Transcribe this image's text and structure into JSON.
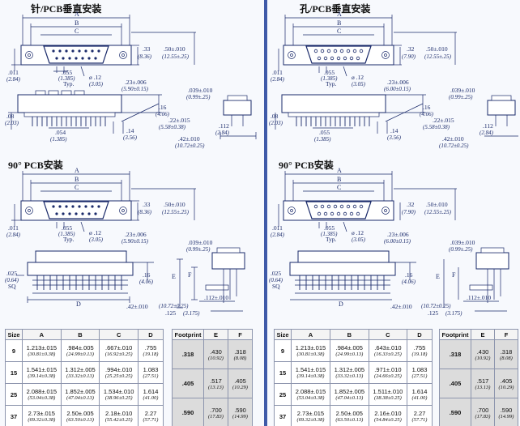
{
  "left": {
    "title_top": "针/PCB垂直安装",
    "title_bottom": "90° PCB安装",
    "top_dims": {
      "A": "A",
      "B": "B",
      "C": "C",
      "d33": ".33",
      "d33m": "(8.36)",
      "d50": ".50±.010",
      "d50m": "(12.55±.25)",
      "d011": ".011",
      "d011m": "(2.84)",
      "d055": ".055",
      "d055m": "(1.385)",
      "typ": "Typ.",
      "phi": "ø .12",
      "phim": "(3.05)"
    },
    "side_dims": {
      "d23": ".23±.006",
      "d23m": "(5.90±0.15)",
      "d039": ".039±.010",
      "d039m": "(0.99±.25)",
      "d08": ".08",
      "d08m": "(2.03)",
      "d16": ".16",
      "d16m": "(4.06)",
      "d22": ".22±.015",
      "d22m": "(5.58±0.38)",
      "d112": ".112",
      "d112m": "(2.84)",
      "d054": ".054",
      "d054m": "(1.385)",
      "d14": ".14",
      "d14m": "(3.56)",
      "d42": ".42±.010",
      "d42m": "(10.72±0.25)"
    },
    "top2_dims": {
      "A": "A",
      "B": "B",
      "C": "C",
      "d33": ".33",
      "d33m": "(8.36)",
      "d50": ".50±.010",
      "d50m": "(12.55±.25)",
      "d011": ".011",
      "d011m": "(2.84)",
      "d055": ".055",
      "d055m": "(1.385)",
      "typ": "Typ.",
      "phi": "ø .12",
      "phim": "(3.05)",
      "d23": ".23±.006",
      "d23m": "(5.90±0.15)"
    },
    "side2_dims": {
      "d039": ".039±.010",
      "d039m": "(0.99±.25)",
      "d025": ".025",
      "d025m": "(0.64)",
      "sq": "SQ",
      "d16": ".16",
      "d16m": "(4.06)",
      "E": "E",
      "F": "F",
      "D": "D",
      "d42": ".42±.010",
      "d112": ".112±.010",
      "d112m": "(10.72±0.25)",
      "d125": ".125",
      "d125m": "(3.175)"
    },
    "table": {
      "headers": [
        "Size",
        "A",
        "B",
        "C",
        "D"
      ],
      "rows": [
        {
          "size": "9",
          "a": "1.213±.015",
          "am": "(30.81±0.38)",
          "b": ".984±.005",
          "bm": "(24.99±0.13)",
          "c": ".667±.010",
          "cm": "(16.92±0.25)",
          "d": ".755",
          "dm": "(19.18)"
        },
        {
          "size": "15",
          "a": "1.541±.015",
          "am": "(39.14±0.38)",
          "b": "1.312±.005",
          "bm": "(33.32±0.13)",
          "c": ".994±.010",
          "cm": "(25.25±0.25)",
          "d": "1.083",
          "dm": "(27.51)"
        },
        {
          "size": "25",
          "a": "2.088±.015",
          "am": "(53.04±0.38)",
          "b": "1.852±.005",
          "bm": "(47.04±0.13)",
          "c": "1.534±.010",
          "cm": "(38.96±0.25)",
          "d": "1.614",
          "dm": "(41.00)"
        },
        {
          "size": "37",
          "a": "2.73±.015",
          "am": "(69.32±0.38)",
          "b": "2.50±.005",
          "bm": "(63.50±0.13)",
          "c": "2.18±.010",
          "cm": "(55.42±0.25)",
          "d": "2.27",
          "dm": "(57.71)"
        }
      ]
    },
    "fp_table": {
      "headers": [
        "Footprint",
        "E",
        "F"
      ],
      "rows": [
        {
          "fp": ".318",
          "e": ".430",
          "em": "(10.92)",
          "f": ".318",
          "fm": "(8.08)"
        },
        {
          "fp": ".405",
          "e": ".517",
          "em": "(13.13)",
          "f": ".405",
          "fm": "(10.29)"
        },
        {
          "fp": ".590",
          "e": ".700",
          "em": "(17.83)",
          "f": ".590",
          "fm": "(14.99)"
        }
      ]
    }
  },
  "right": {
    "title_top": "孔/PCB垂直安装",
    "title_bottom": "90° PCB安装",
    "top_dims": {
      "A": "A",
      "B": "B",
      "C": "C",
      "d32": ".32",
      "d32m": "(7.90)",
      "d50": ".50±.010",
      "d50m": "(12.55±.25)",
      "d011": ".011",
      "d011m": "(2.84)",
      "d055": ".055",
      "d055m": "(1.385)",
      "typ": "Typ.",
      "phi": "ø .12",
      "phim": "(3.05)"
    },
    "side_dims": {
      "d23": ".23±.006",
      "d23m": "(6.00±0.15)",
      "d039": ".039±.010",
      "d039m": "(0.99±.25)",
      "d08": ".08",
      "d08m": "(2.03)",
      "d16": ".16",
      "d16m": "(4.06)",
      "d22": ".22±.015",
      "d22m": "(5.58±0.38)",
      "d112": ".112",
      "d112m": "(2.84)",
      "d055b": ".055",
      "d055bm": "(1.385)",
      "d14": ".14",
      "d14m": "(3.56)",
      "d42": ".42±.010",
      "d42m": "(10.72±0.25)"
    },
    "top2_dims": {
      "A": "A",
      "B": "B",
      "C": "C",
      "d32": ".32",
      "d32m": "(7.90)",
      "d50": ".50±.010",
      "d50m": "(12.55±.25)",
      "d011": ".011",
      "d011m": "(2.84)",
      "d055": ".055",
      "d055m": "(1.385)",
      "typ": "Typ.",
      "phi": "ø .12",
      "phim": "(3.05)",
      "d23": ".23±.006",
      "d23m": "(6.00±0.15)"
    },
    "side2_dims": {
      "d039": ".039±.010",
      "d039m": "(0.99±.25)",
      "d025": ".025",
      "d025m": "(0.64)",
      "sq": "SQ",
      "d16": ".16",
      "d16m": "(4.06)",
      "E": "E",
      "F": "F",
      "D": "D",
      "d42": ".42±.010",
      "d112": ".112±.010",
      "d112m": "(10.72±0.25)",
      "d125": ".125",
      "d125m": "(3.175)"
    },
    "table": {
      "headers": [
        "Size",
        "A",
        "B",
        "C",
        "D"
      ],
      "rows": [
        {
          "size": "9",
          "a": "1.213±.015",
          "am": "(30.81±0.38)",
          "b": ".984±.005",
          "bm": "(24.99±0.13)",
          "c": ".643±.010",
          "cm": "(16.33±0.25)",
          "d": ".755",
          "dm": "(19.18)"
        },
        {
          "size": "15",
          "a": "1.541±.015",
          "am": "(39.14±0.38)",
          "b": "1.312±.005",
          "bm": "(33.32±0.13)",
          "c": ".971±.010",
          "cm": "(24.66±0.25)",
          "d": "1.083",
          "dm": "(27.51)"
        },
        {
          "size": "25",
          "a": "2.088±.015",
          "am": "(53.04±0.38)",
          "b": "1.852±.005",
          "bm": "(47.04±0.13)",
          "c": "1.511±.010",
          "cm": "(38.38±0.25)",
          "d": "1.614",
          "dm": "(41.00)"
        },
        {
          "size": "37",
          "a": "2.73±.015",
          "am": "(69.32±0.38)",
          "b": "2.50±.005",
          "bm": "(63.50±0.13)",
          "c": "2.16±.010",
          "cm": "(54.84±0.25)",
          "d": "2.27",
          "dm": "(57.71)"
        }
      ]
    },
    "fp_table": {
      "headers": [
        "Footprint",
        "E",
        "F"
      ],
      "rows": [
        {
          "fp": ".318",
          "e": ".430",
          "em": "(10.92)",
          "f": ".318",
          "fm": "(8.08)"
        },
        {
          "fp": ".405",
          "e": ".517",
          "em": "(13.13)",
          "f": ".405",
          "fm": "(10.29)"
        },
        {
          "fp": ".590",
          "e": ".700",
          "em": "(17.83)",
          "f": ".590",
          "fm": "(14.99)"
        }
      ]
    }
  }
}
